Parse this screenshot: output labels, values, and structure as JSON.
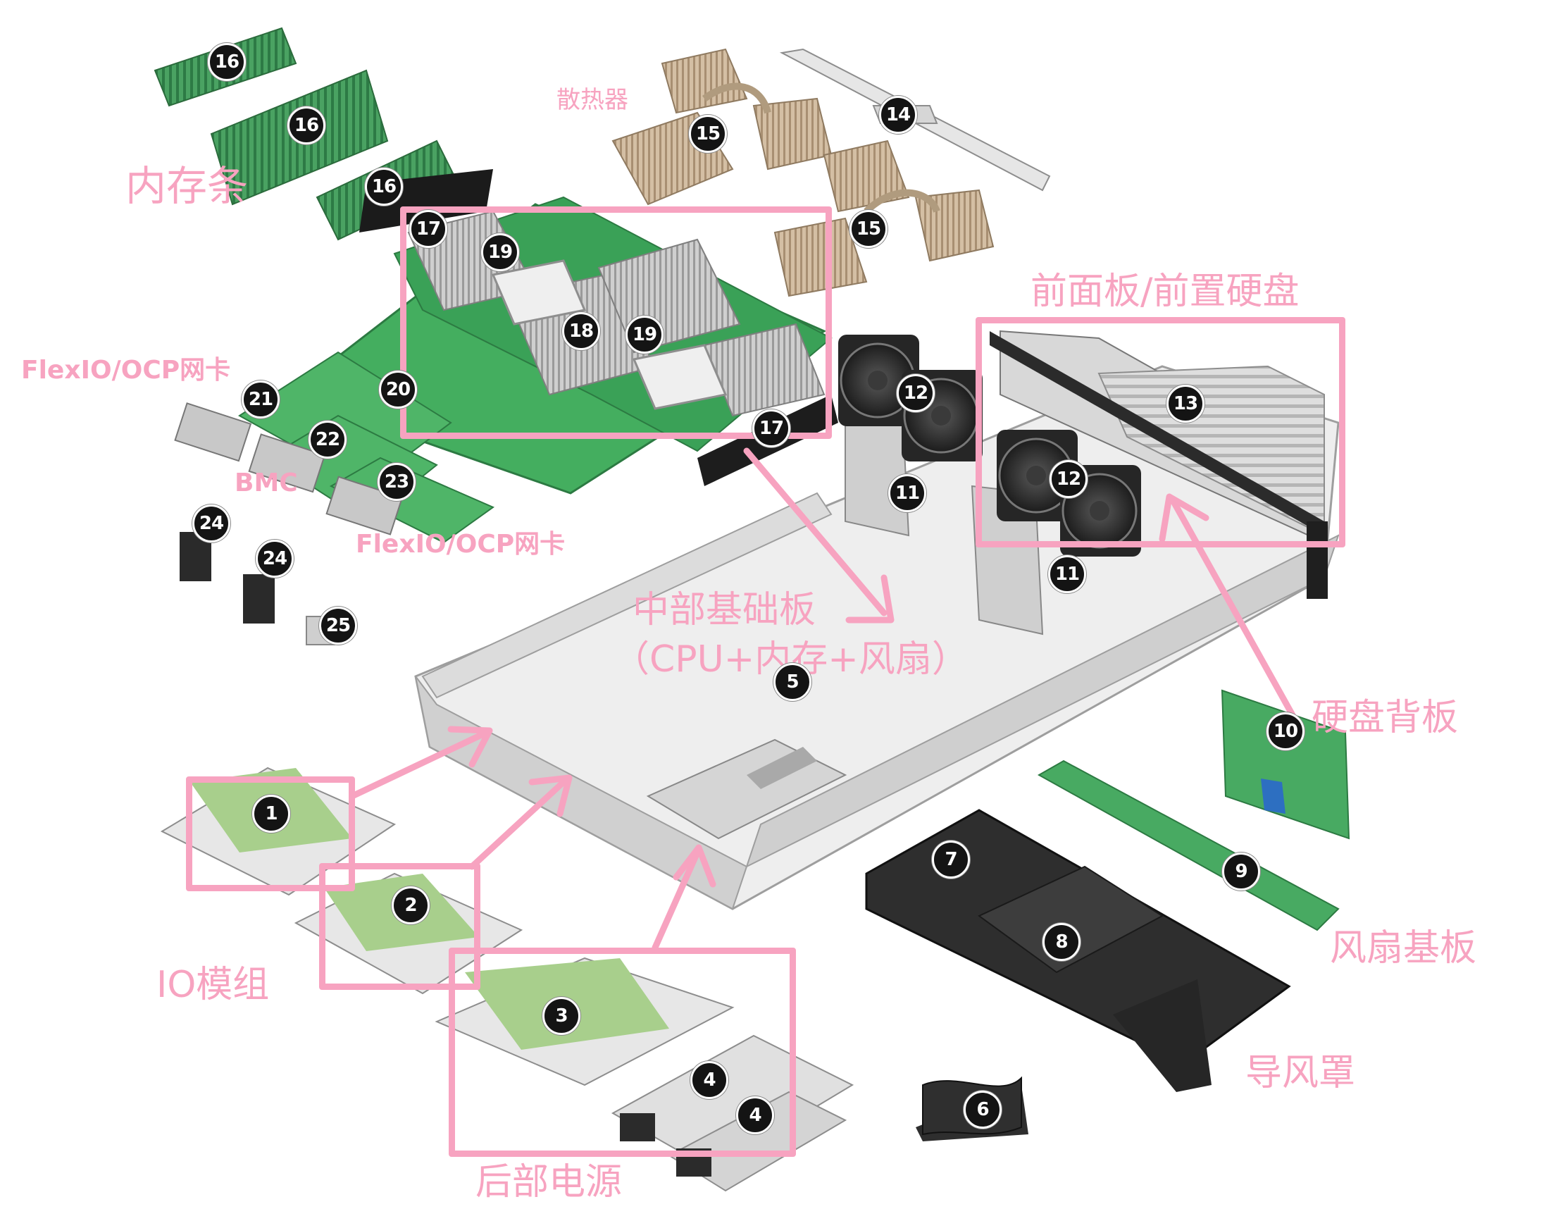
{
  "labels": {
    "memory": "内存条",
    "heatsink": "散热器",
    "front_panel": "前面板/前置硬盘",
    "flexio_top": "FlexIO/OCP网卡",
    "bmc": "BMC",
    "flexio_bottom": "FlexIO/OCP网卡",
    "mid_board_line1": "中部基础板",
    "mid_board_line2": "（CPU+内存+风扇）",
    "backplane": "硬盘背板",
    "fan_board": "风扇基板",
    "io_module": "IO模组",
    "air_duct": "导风罩",
    "rear_psu": "后部电源"
  },
  "callouts": [
    "16",
    "16",
    "16",
    "15",
    "15",
    "14",
    "17",
    "19",
    "18",
    "19",
    "20",
    "21",
    "22",
    "23",
    "17",
    "12",
    "12",
    "13",
    "11",
    "11",
    "24",
    "24",
    "25",
    "5",
    "10",
    "1",
    "2",
    "3",
    "4",
    "4",
    "7",
    "8",
    "9",
    "6"
  ],
  "colors": {
    "accent_pink": "#f7a3c0",
    "board_green": "#3fae57",
    "chassis_gray": "#d9d9d9",
    "duct_black": "#2a2a2a",
    "heatsink_tan": "#c9b49a",
    "card_green": "#a8cf8c"
  }
}
